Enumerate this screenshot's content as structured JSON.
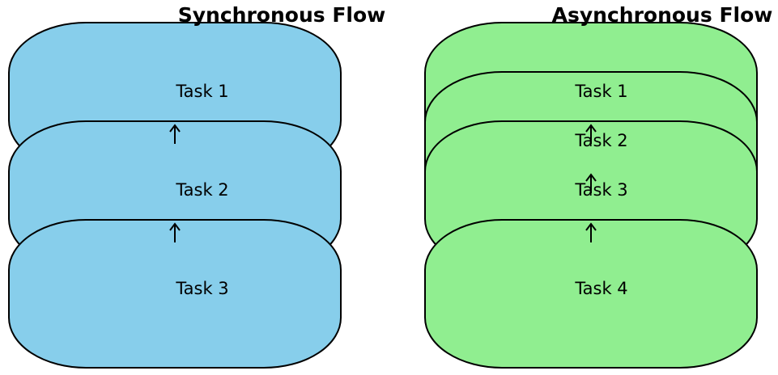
{
  "diagram": {
    "sync": {
      "title": "Synchronous Flow",
      "color": "#87CEEB",
      "tasks": [
        "Task 1",
        "Task 2",
        "Task 3"
      ]
    },
    "async": {
      "title": "Asynchronous Flow",
      "color": "#90EE90",
      "tasks": [
        "Task 1",
        "Task 2",
        "Task 3",
        "Task 4"
      ]
    }
  }
}
